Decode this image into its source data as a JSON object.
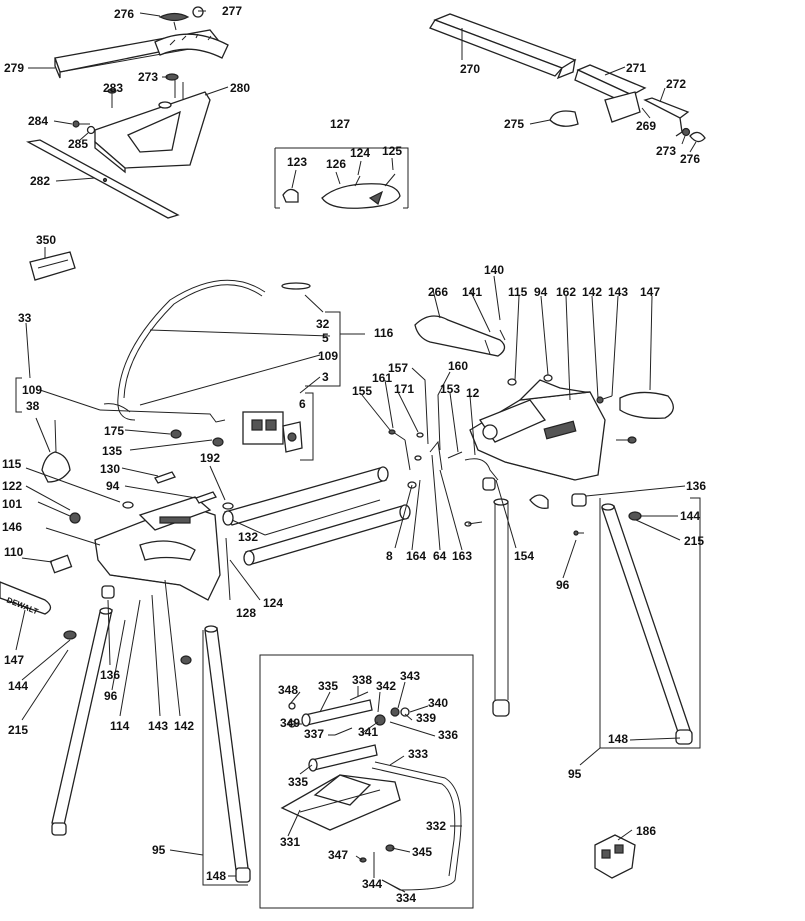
{
  "diagram": {
    "brand_plate_text": "DEWALT",
    "part_numbers": [
      "276",
      "277",
      "279",
      "273",
      "280",
      "283",
      "284",
      "285",
      "282",
      "270",
      "271",
      "272",
      "275",
      "269",
      "273",
      "276",
      "127",
      "123",
      "126",
      "124",
      "125",
      "350",
      "33",
      "109",
      "38",
      "115",
      "122",
      "101",
      "146",
      "110",
      "147",
      "144",
      "215",
      "32",
      "5",
      "109",
      "3",
      "116",
      "6",
      "175",
      "135",
      "130",
      "94",
      "192",
      "132",
      "8",
      "164",
      "64",
      "163",
      "124",
      "128",
      "266",
      "141",
      "140",
      "115",
      "94",
      "162",
      "142",
      "143",
      "147",
      "157",
      "160",
      "161",
      "171",
      "153",
      "12",
      "155",
      "154",
      "136",
      "144",
      "215",
      "96",
      "136",
      "96",
      "114",
      "143",
      "142",
      "95",
      "148",
      "95",
      "148",
      "348",
      "335",
      "338",
      "342",
      "343",
      "340",
      "339",
      "349",
      "337",
      "341",
      "336",
      "333",
      "335",
      "331",
      "332",
      "347",
      "345",
      "344",
      "334",
      "186"
    ]
  }
}
